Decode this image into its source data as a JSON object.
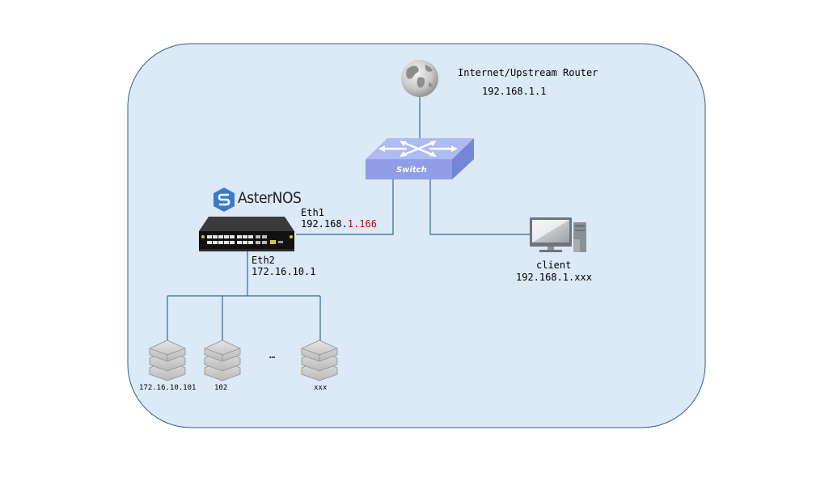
{
  "internet": {
    "title": "Internet/Upstream Router",
    "ip": "192.168.1.1"
  },
  "switch": {
    "label": "Switch"
  },
  "router": {
    "brand": "AsterNOS",
    "eth1_name": "Eth1",
    "eth1_ip_prefix": "192.168.",
    "eth1_ip_suffix": "1.166",
    "eth2_name": "Eth2",
    "eth2_ip": "172.16.10.1"
  },
  "client": {
    "name": "client",
    "ip": "192.168.1.xxx"
  },
  "servers": {
    "items": [
      "172.16.10.101",
      "102",
      "xxx"
    ],
    "ellipsis": "…"
  },
  "colors": {
    "zone_fill": "#dce9f6",
    "zone_stroke": "#2f5f8a",
    "link": "#2a6b9c",
    "switch_top": "#aebaf2",
    "switch_front": "#8f9ee6",
    "switch_side": "#7585d6",
    "highlight": "#d40000"
  }
}
